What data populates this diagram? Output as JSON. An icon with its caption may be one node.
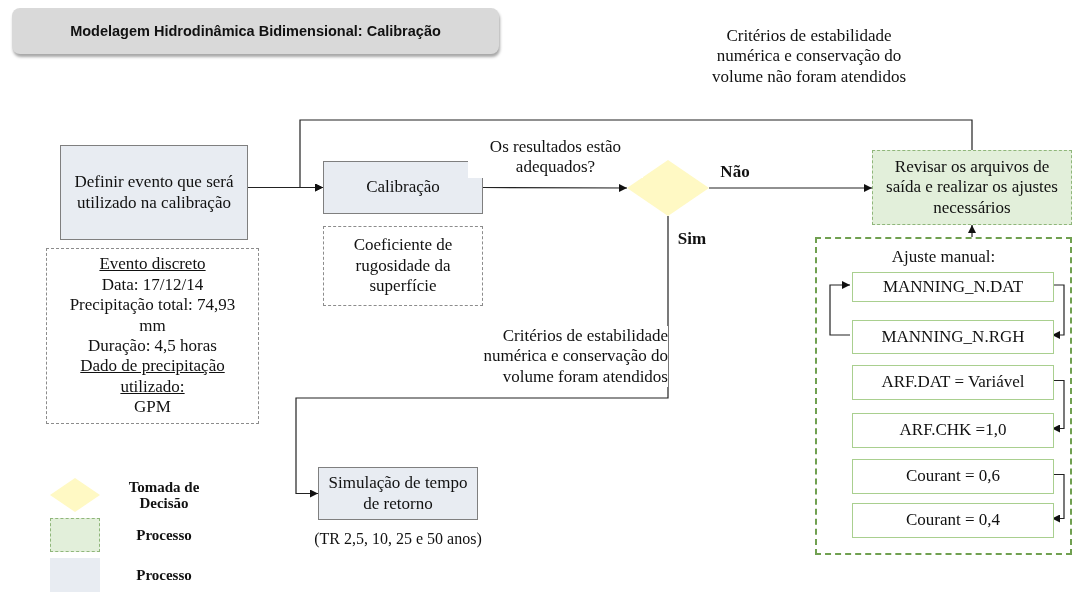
{
  "diagram": {
    "title": "Modelagem Hidrodinâmica Bidimensional: Calibração",
    "nodes": [
      {
        "text": [
          "Definir evento que será utilizado na calibração"
        ]
      },
      {
        "text": [
          "Evento discreto",
          "Data: 17/12/14",
          "Precipitação total: 74,93 mm",
          "Duração: 4,5 horas",
          "Dado de precipitação utilizado:",
          "GPM"
        ]
      },
      {
        "text": [
          "Calibração"
        ]
      },
      {
        "text": [
          "Coeficiente de rugosidade da superfície"
        ]
      },
      {
        "text": [],
        "shape": "diamond"
      },
      {
        "text": [
          "Revisar os arquivos de saída e realizar os ajustes necessários"
        ]
      },
      {
        "text": [
          "Ajuste manual:"
        ]
      },
      {
        "text": [
          "MANNING_N.DAT"
        ],
        "in": 6
      },
      {
        "text": [
          "MANNING_N.RGH"
        ],
        "in": 6
      },
      {
        "text": [
          "ARF.DAT = Variável"
        ],
        "in": 6
      },
      {
        "text": [
          "ARF.CHK =1,0"
        ],
        "in": 6
      },
      {
        "text": [
          "Courant = 0,6"
        ],
        "in": 6
      },
      {
        "text": [
          "Courant = 0,4"
        ],
        "in": 6
      },
      {
        "text": [
          "Simulação de tempo de retorno"
        ],
        "beside": [
          "(TR 2,5, 10, 25 e 50 anos)"
        ]
      }
    ],
    "edges": [
      {
        "from": 0,
        "to": 2,
        "arrow": "to"
      },
      {
        "from": 2,
        "to": 4,
        "arrow": "to",
        "label": "Os resultados estão adequados?"
      },
      {
        "from": 4,
        "to": 5,
        "arrow": "to",
        "label": "Não"
      },
      {
        "from": 4,
        "to": 13,
        "arrow": "to",
        "label": "Sim"
      },
      {
        "from": 5,
        "to": 2,
        "arrow": "to",
        "label": "Critérios de estabilidade numérica e conservação do volume não foram atendidos"
      },
      {
        "from": 6,
        "to": 5,
        "arrow": "to"
      },
      {
        "from": 7,
        "to": 8,
        "arrow": "to"
      },
      {
        "from": 8,
        "to": 7,
        "arrow": "to"
      },
      {
        "from": 9,
        "to": 10,
        "arrow": "to"
      },
      {
        "from": 11,
        "to": 12,
        "arrow": "to"
      }
    ],
    "labels": [
      "Critérios de estabilidade numérica e conservação do volume foram atendidos"
    ],
    "legend": [
      {
        "text": "Tomada de Decisão",
        "color": "#fff9c4"
      },
      {
        "text": "Processo",
        "color": "#e2efda"
      },
      {
        "text": "Processo",
        "color": "#e8ecf2"
      }
    ]
  }
}
